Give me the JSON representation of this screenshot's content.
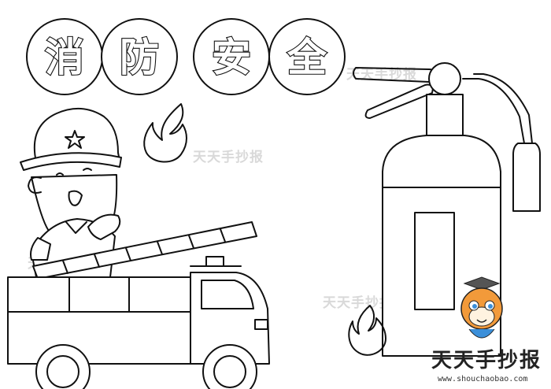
{
  "title": {
    "chars": [
      "消",
      "防",
      "安",
      "全"
    ]
  },
  "watermark": "天天手抄报",
  "logo": {
    "text": "天天手抄报",
    "url": "www.shouchaobao.com"
  },
  "colors": {
    "line": "#111111",
    "watermark": "#d9d9d9",
    "logo_orange": "#f29a3a",
    "logo_blue": "#3b8fd9"
  },
  "icons": [
    "star-icon",
    "flame-icon",
    "mascot-icon"
  ]
}
